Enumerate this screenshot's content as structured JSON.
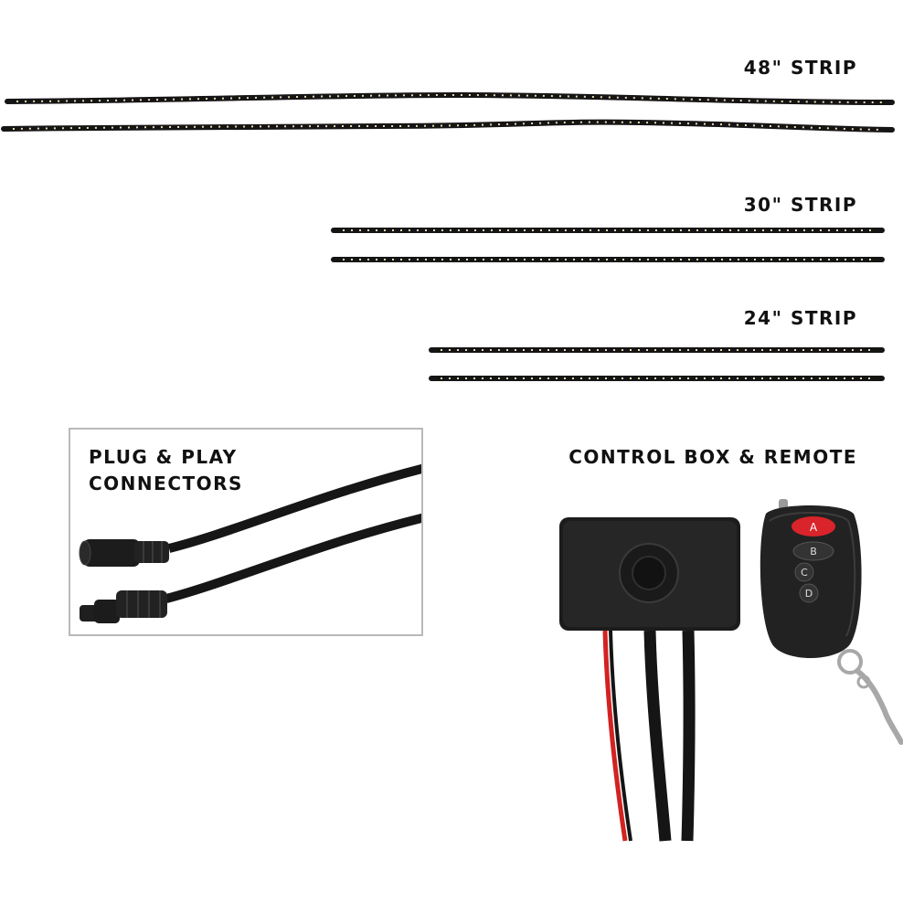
{
  "strips": [
    {
      "id": "48",
      "label": "48\" STRIP"
    },
    {
      "id": "30",
      "label": "30\" STRIP"
    },
    {
      "id": "24",
      "label": "24\" STRIP"
    }
  ],
  "connectors": {
    "title_line1": "PLUG & PLAY",
    "title_line2": "CONNECTORS"
  },
  "control": {
    "title": "CONTROL BOX & REMOTE"
  },
  "remote": {
    "buttons": [
      "A",
      "B",
      "C",
      "D"
    ]
  },
  "colors": {
    "strip": "#151515",
    "led": "#e9dcb0",
    "remote_button_a": "#d8242a",
    "wire_red": "#d32222",
    "frame": "#b9b9b9"
  }
}
